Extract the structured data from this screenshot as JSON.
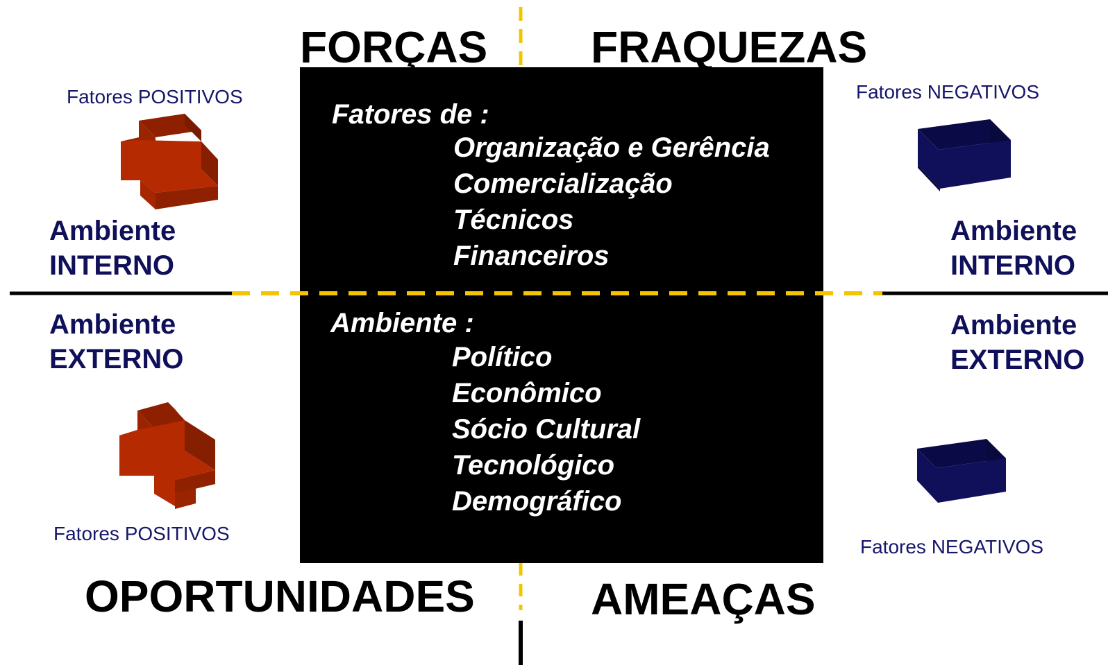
{
  "quadrants": {
    "strengths_title": "FORÇAS",
    "weaknesses_title": "FRAQUEZAS",
    "opportunities_title": "OPORTUNIDADES",
    "threats_title": "AMEAÇAS"
  },
  "left": {
    "top_factor_label": "Fatores POSITIVOS",
    "internal": {
      "line1": "Ambiente",
      "line2": "INTERNO"
    },
    "external": {
      "line1": "Ambiente",
      "line2": "EXTERNO"
    },
    "bottom_factor_label": "Fatores POSITIVOS",
    "icon": "positive-cross-3d-icon",
    "icon_color": "#b52a00"
  },
  "right": {
    "top_factor_label": "Fatores NEGATIVOS",
    "internal": {
      "line1": "Ambiente",
      "line2": "INTERNO"
    },
    "external": {
      "line1": "Ambiente",
      "line2": "EXTERNO"
    },
    "bottom_factor_label": "Fatores NEGATIVOS",
    "icon": "negative-block-3d-icon",
    "icon_color": "#10105a"
  },
  "center": {
    "internal_heading": "Fatores de :",
    "internal_items": [
      "Organização e Gerência",
      "Comercialização",
      "Técnicos",
      "Financeiros"
    ],
    "external_heading": "Ambiente :",
    "external_items": [
      "Político",
      "Econômico",
      "Sócio Cultural",
      "Tecnológico",
      "Demográfico"
    ]
  },
  "colors": {
    "divider_dashes": "#f5c400",
    "box_background": "#000000",
    "environment_text": "#0f0f5a"
  }
}
